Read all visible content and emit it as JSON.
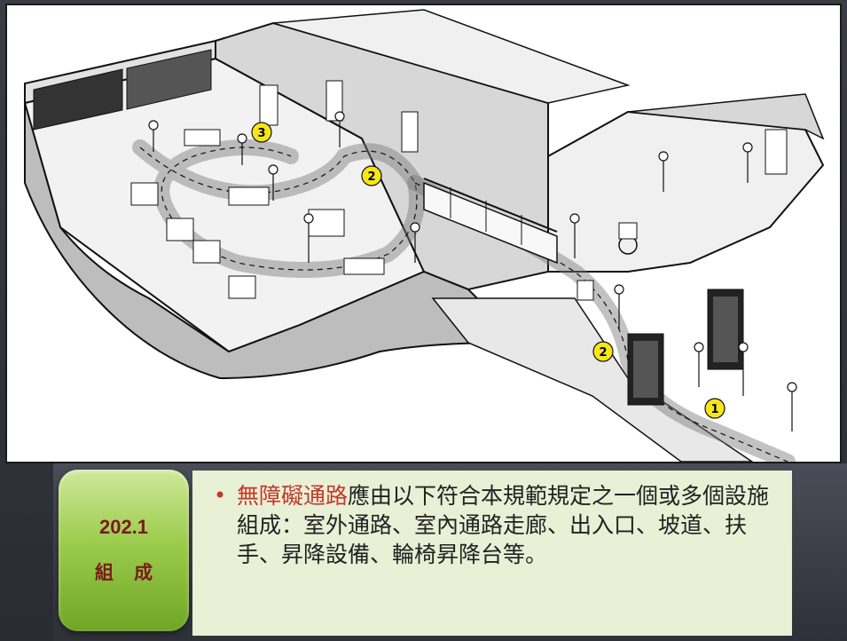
{
  "slide": {
    "illustration": {
      "description_icon": "accessible-route-building-illustration-icon",
      "route_markers": [
        {
          "label": "1"
        },
        {
          "label": "2"
        },
        {
          "label": "2"
        },
        {
          "label": "3"
        }
      ]
    },
    "badge": {
      "number": "202.1",
      "title": "組 成"
    },
    "bullet": {
      "highlight": "無障礙通路",
      "text": "應由以下符合本規範規定之一個或多個設施組成：室外通路、室內通路走廊、出入口、坡道、扶手、昇降設備、輪椅昇降台等。"
    }
  },
  "colors": {
    "background": "#2e3138",
    "badge_green": "#9ccc4d",
    "badge_text": "#7a1a1a",
    "panel": "#e8f0d6",
    "highlight": "#c0392b",
    "marker_yellow": "#f5e61c"
  }
}
